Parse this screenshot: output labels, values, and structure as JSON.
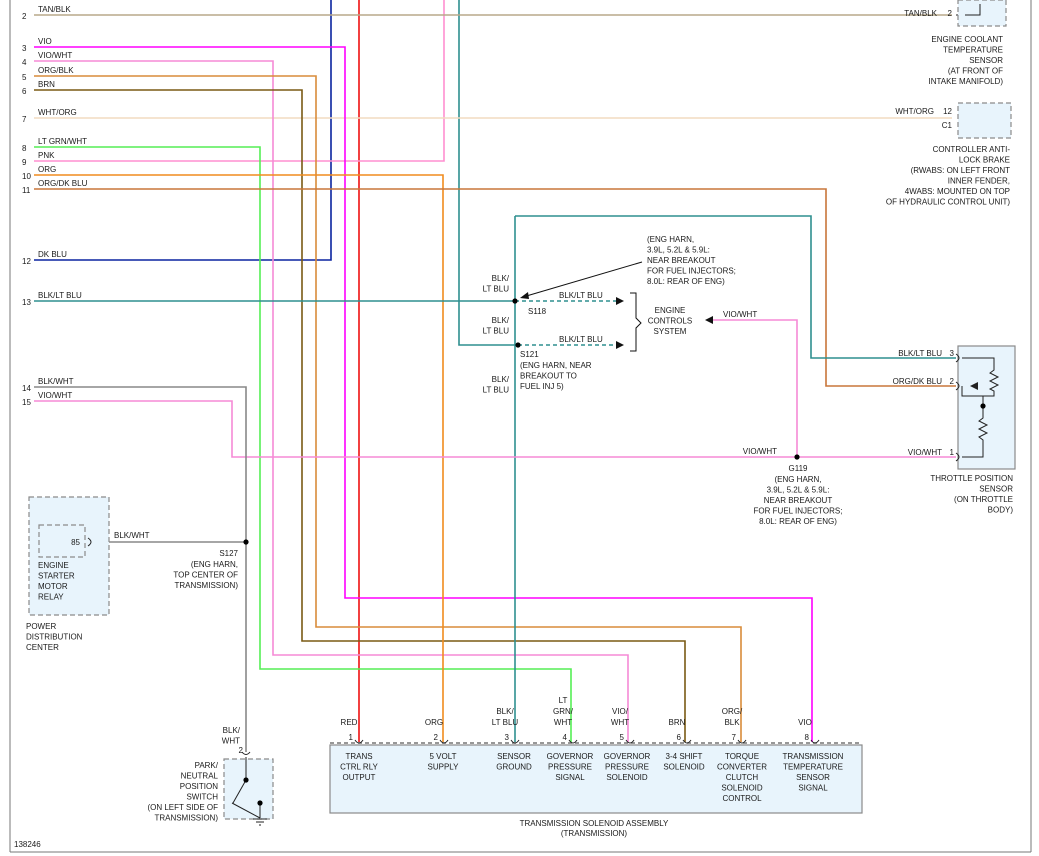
{
  "figure_id": "138246",
  "colors": {
    "TAN/BLK": "#b8a98a",
    "VIO": "#ff00ff",
    "VIO/WHT": "#f58ad6",
    "ORG/BLK": "#d98c3a",
    "BRN": "#7a5a14",
    "WHT/ORG": "#f2dcc0",
    "LT GRN/WHT": "#55ee55",
    "PNK": "#ff8fd0",
    "ORG": "#f08c1e",
    "ORG/DK BLU": "#c8763a",
    "DK BLU": "#0a24a0",
    "BLK/LT BLU": "#2e8f8f",
    "BLK/WHT": "#888888",
    "RED": "#ee1111",
    "box_fill": "#e8f4fc",
    "box_border": "#8a8a8a"
  },
  "left_wires": [
    {
      "num": "2",
      "label": "TAN/BLK"
    },
    {
      "num": "3",
      "label": "VIO"
    },
    {
      "num": "4",
      "label": "VIO/WHT"
    },
    {
      "num": "5",
      "label": "ORG/BLK"
    },
    {
      "num": "6",
      "label": "BRN"
    },
    {
      "num": "7",
      "label": "WHT/ORG"
    },
    {
      "num": "8",
      "label": "LT GRN/WHT"
    },
    {
      "num": "9",
      "label": "PNK"
    },
    {
      "num": "10",
      "label": "ORG"
    },
    {
      "num": "11",
      "label": "ORG/DK BLU"
    },
    {
      "num": "12",
      "label": "DK BLU"
    },
    {
      "num": "13",
      "label": "BLK/LT BLU"
    },
    {
      "num": "14",
      "label": "BLK/WHT"
    },
    {
      "num": "15",
      "label": "VIO/WHT"
    }
  ],
  "ect_sensor": {
    "wire": "TAN/BLK",
    "pin": "2",
    "lines": [
      "ENGINE COOLANT",
      "TEMPERATURE",
      "SENSOR",
      "(AT FRONT OF",
      "INTAKE MANIFOLD)"
    ]
  },
  "abs_controller": {
    "wire": "WHT/ORG",
    "pin": "12",
    "connector": "C1",
    "lines": [
      "CONTROLLER ANTI-",
      "LOCK BRAKE",
      "(RWABS: ON LEFT FRONT",
      "INNER FENDER,",
      "4WABS: MOUNTED ON TOP",
      "OF HYDRAULIC CONTROL UNIT)"
    ]
  },
  "splices": {
    "eng_harn_note": [
      "(ENG HARN,",
      "3.9L, 5.2L & 5.9L:",
      "NEAR BREAKOUT",
      "FOR FUEL INJECTORS;",
      "8.0L: REAR OF ENG)"
    ],
    "s118": {
      "id": "S118",
      "wire_left": "BLK/\nLT BLU",
      "wire_right": "BLK/LT BLU"
    },
    "s121": {
      "id": "S121",
      "wire_left": "BLK/\nLT BLU",
      "wire_right": "BLK/LT BLU",
      "note": [
        "(ENG HARN, NEAR",
        "BREAKOUT TO",
        "FUEL INJ 5)"
      ]
    },
    "down_wire": [
      "BLK/",
      "LT BLU"
    ],
    "s127": {
      "id": "S127",
      "note": [
        "(ENG HARN,",
        "TOP CENTER OF",
        "TRANSMISSION)"
      ]
    },
    "g119": {
      "id": "G119",
      "note": [
        "(ENG HARN,",
        "3.9L, 5.2L & 5.9L:",
        "NEAR BREAKOUT",
        "FOR FUEL INJECTORS;",
        "8.0L: REAR OF ENG)"
      ]
    }
  },
  "ecs": {
    "lines": [
      "ENGINE",
      "CONTROLS",
      "SYSTEM"
    ],
    "wire": "VIO/WHT"
  },
  "tps": {
    "pins": [
      {
        "num": "3",
        "wire": "BLK/LT BLU"
      },
      {
        "num": "2",
        "wire": "ORG/DK BLU"
      },
      {
        "num": "1",
        "wire": "VIO/WHT"
      }
    ],
    "g119_wire": "VIO/WHT",
    "lines": [
      "THROTTLE POSITION",
      "SENSOR",
      "(ON THROTTLE",
      "BODY)"
    ]
  },
  "relay": {
    "pin": "85",
    "wire": "BLK/WHT",
    "lines": [
      "ENGINE",
      "STARTER",
      "MOTOR",
      "RELAY"
    ],
    "pdc_lines": [
      "POWER",
      "DISTRIBUTION",
      "CENTER"
    ]
  },
  "pnp_switch": {
    "wire": [
      "BLK/",
      "WHT"
    ],
    "pin": "2",
    "lines": [
      "PARK/",
      "NEUTRAL",
      "POSITION",
      "SWITCH",
      "(ON LEFT SIDE OF",
      "TRANSMISSION)"
    ]
  },
  "solenoid_assembly": {
    "title": "TRANSMISSION SOLENOID ASSEMBLY",
    "subtitle": "(TRANSMISSION)",
    "pins": [
      {
        "num": "1",
        "wire": [
          "RED"
        ],
        "name": [
          "TRANS",
          "CTRL RLY",
          "OUTPUT"
        ]
      },
      {
        "num": "2",
        "wire": [
          "ORG"
        ],
        "name": [
          "5 VOLT",
          "SUPPLY"
        ]
      },
      {
        "num": "3",
        "wire": [
          "BLK/",
          "LT BLU"
        ],
        "name": [
          "SENSOR",
          "GROUND"
        ]
      },
      {
        "num": "4",
        "wire": [
          "LT",
          "GRN/",
          "WHT"
        ],
        "name": [
          "GOVERNOR",
          "PRESSURE",
          "SIGNAL"
        ]
      },
      {
        "num": "5",
        "wire": [
          "VIO/",
          "WHT"
        ],
        "name": [
          "GOVERNOR",
          "PRESSURE",
          "SOLENOID"
        ]
      },
      {
        "num": "6",
        "wire": [
          "BRN"
        ],
        "name": [
          "3-4 SHIFT",
          "SOLENOID"
        ]
      },
      {
        "num": "7",
        "wire": [
          "ORG/",
          "BLK"
        ],
        "name": [
          "TORQUE",
          "CONVERTER",
          "CLUTCH",
          "SOLENOID",
          "CONTROL"
        ]
      },
      {
        "num": "8",
        "wire": [
          "VIO"
        ],
        "name": [
          "TRANSMISSION",
          "TEMPERATURE",
          "SENSOR",
          "SIGNAL"
        ]
      }
    ]
  }
}
